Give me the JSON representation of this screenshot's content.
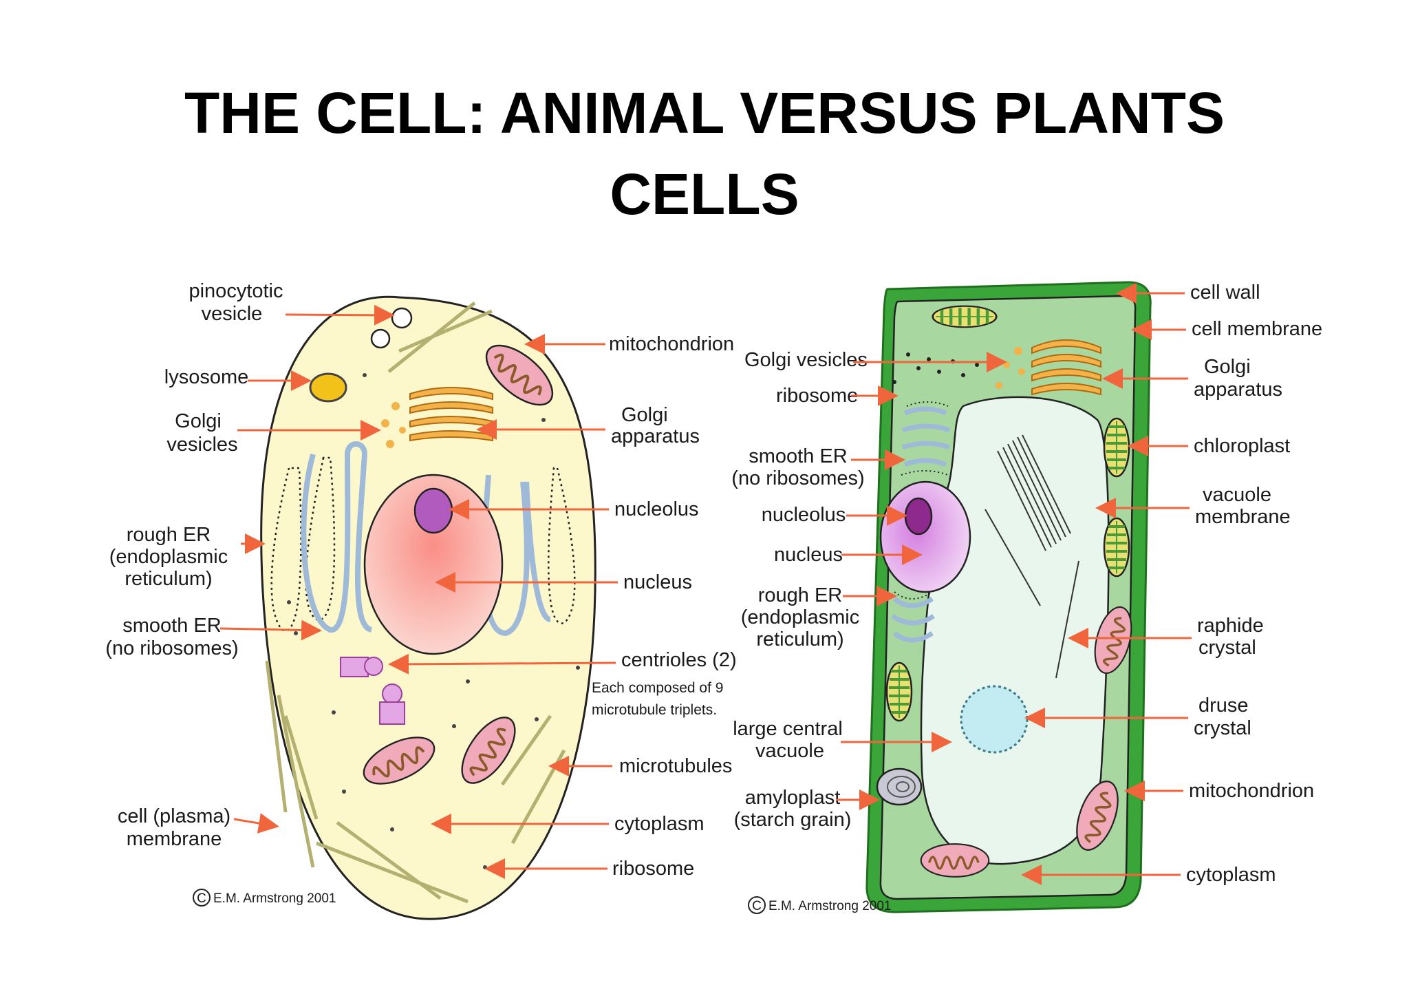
{
  "title": {
    "line1": "THE CELL: ANIMAL VERSUS PLANTS",
    "line2": "CELLS"
  },
  "animal": {
    "labels": {
      "pinocytotic_1": "pinocytotic",
      "pinocytotic_2": "vesicle",
      "lysosome": "lysosome",
      "golgi_vesicles_1": "Golgi",
      "golgi_vesicles_2": "vesicles",
      "rough_er_1": "rough ER",
      "rough_er_2": "(endoplasmic",
      "rough_er_3": "reticulum)",
      "smooth_er_1": "smooth ER",
      "smooth_er_2": "(no ribosomes)",
      "cell_membrane_1": "cell (plasma)",
      "cell_membrane_2": "membrane",
      "mitochondrion": "mitochondrion",
      "golgi_apparatus_1": "Golgi",
      "golgi_apparatus_2": "apparatus",
      "nucleolus": "nucleolus",
      "nucleus": "nucleus",
      "centrioles": "centrioles (2)",
      "centrioles_note_1": "Each composed of 9",
      "centrioles_note_2": "microtubule triplets.",
      "microtubules": "microtubules",
      "cytoplasm": "cytoplasm",
      "ribosome": "ribosome"
    },
    "copyright": "E.M. Armstrong 2001"
  },
  "plant": {
    "labels": {
      "golgi_vesicles": "Golgi vesicles",
      "ribosome": "ribosome",
      "smooth_er_1": "smooth ER",
      "smooth_er_2": "(no ribosomes)",
      "nucleolus": "nucleolus",
      "nucleus": "nucleus",
      "rough_er_1": "rough ER",
      "rough_er_2": "(endoplasmic",
      "rough_er_3": "reticulum)",
      "large_vacuole_1": "large central",
      "large_vacuole_2": "vacuole",
      "amyloplast_1": "amyloplast",
      "amyloplast_2": "(starch grain)",
      "cell_wall": "cell wall",
      "cell_membrane": "cell membrane",
      "golgi_apparatus_1": "Golgi",
      "golgi_apparatus_2": "apparatus",
      "chloroplast": "chloroplast",
      "vacuole_membrane_1": "vacuole",
      "vacuole_membrane_2": "membrane",
      "raphide_1": "raphide",
      "raphide_2": "crystal",
      "druse_1": "druse",
      "druse_2": "crystal",
      "mitochondrion": "mitochondrion",
      "cytoplasm": "cytoplasm"
    },
    "copyright": "E.M. Armstrong 2001"
  },
  "copyright_symbol": "C",
  "colors": {
    "arrow": "#f0653c",
    "animal_cytoplasm": "#fdf7cc",
    "plant_wall": "#3aa63a",
    "plant_cytoplasm": "#a8d8a0",
    "vacuole": "#e8f6ee",
    "nucleus": "#f7b6ad",
    "nucleolus": "#b25bbf"
  }
}
